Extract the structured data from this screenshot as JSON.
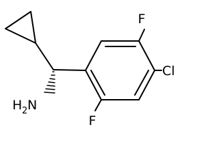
{
  "molecule": {
    "atoms": {
      "fluorine_top": "F",
      "chlorine": "Cl",
      "fluorine_bottom": "F",
      "amine_h": "H",
      "amine_sub": "2",
      "amine_n": "N"
    },
    "colors": {
      "bond": "#000000",
      "label": "#000000",
      "background": "#ffffff"
    }
  }
}
